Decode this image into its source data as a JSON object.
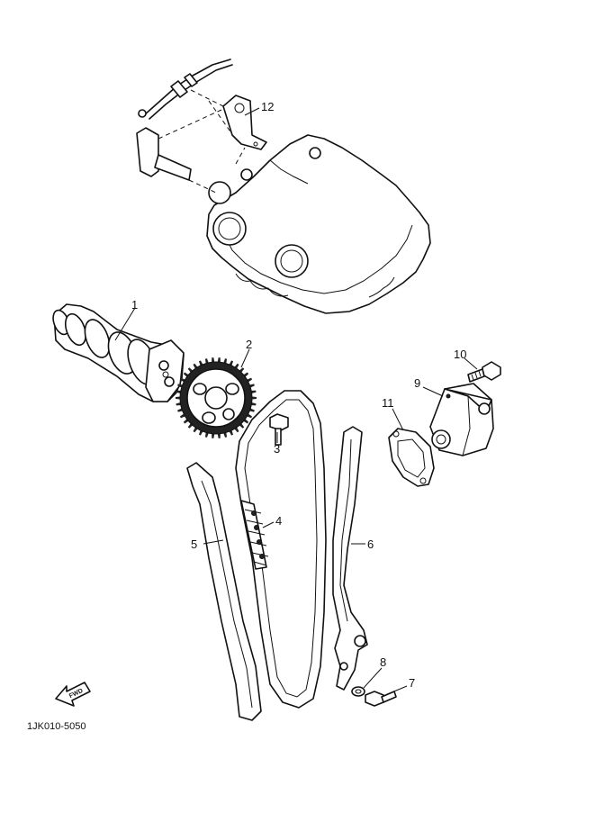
{
  "callouts": [
    {
      "id": "1",
      "text": "1"
    },
    {
      "id": "2",
      "text": "2"
    },
    {
      "id": "3",
      "text": "3"
    },
    {
      "id": "4",
      "text": "4"
    },
    {
      "id": "5",
      "text": "5"
    },
    {
      "id": "6",
      "text": "6"
    },
    {
      "id": "7",
      "text": "7"
    },
    {
      "id": "8",
      "text": "8"
    },
    {
      "id": "9",
      "text": "9"
    },
    {
      "id": "10",
      "text": "10"
    },
    {
      "id": "11",
      "text": "11"
    },
    {
      "id": "12",
      "text": "12"
    }
  ],
  "fwd_label": "FWD",
  "diagram_code": "1JK010-5050"
}
